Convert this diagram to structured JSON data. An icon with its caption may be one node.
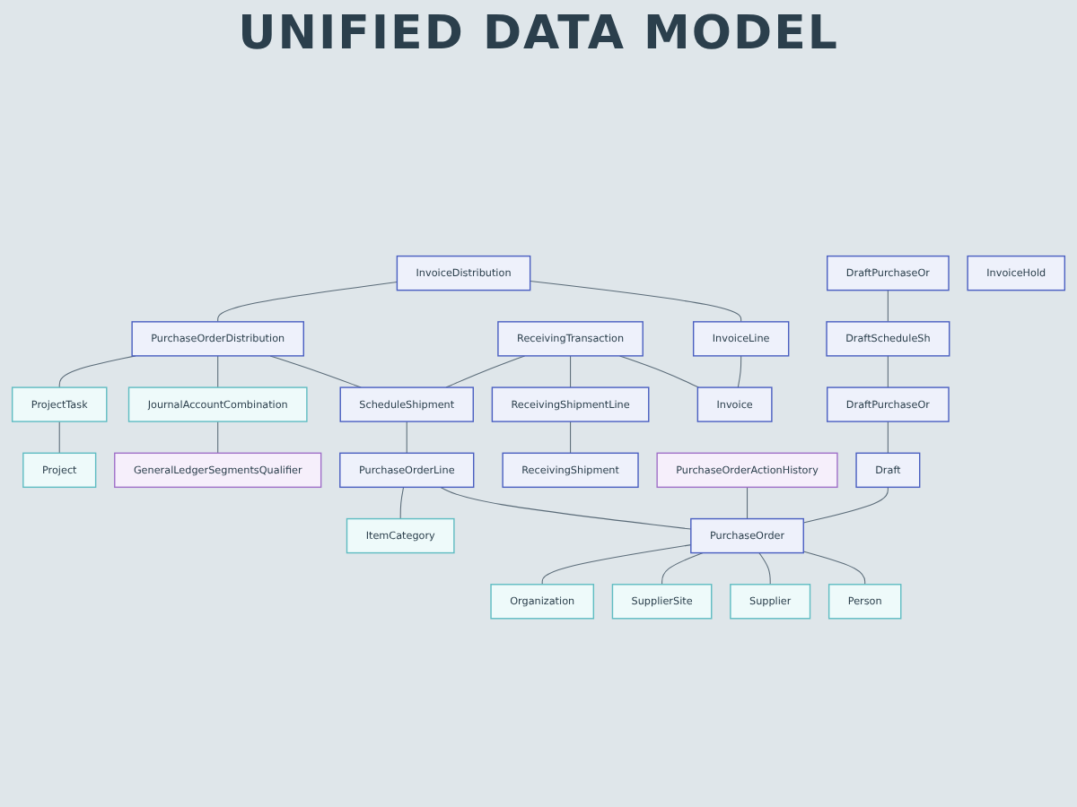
{
  "diagram": {
    "title": "UNIFIED DATA MODEL",
    "nodes": [
      {
        "text": [
          "InvoiceDistribution"
        ]
      },
      {
        "text": [
          "DraftPurchaseOr"
        ]
      },
      {
        "text": [
          "PurchaseOrderDistribution"
        ]
      },
      {
        "text": [
          "ReceivingTransaction"
        ]
      },
      {
        "text": [
          "InvoiceHold"
        ]
      },
      {
        "text": [
          "InvoiceLine"
        ]
      },
      {
        "text": [
          "DraftScheduleSh"
        ]
      },
      {
        "text": [
          "ProjectTask"
        ]
      },
      {
        "text": [
          "JournalAccountCombination"
        ]
      },
      {
        "text": [
          "ScheduleShipment"
        ]
      },
      {
        "text": [
          "ReceivingShipmentLine"
        ]
      },
      {
        "text": [
          "Invoice"
        ]
      },
      {
        "text": [
          "DraftPurchaseOr"
        ]
      },
      {
        "text": [
          "Project"
        ]
      },
      {
        "text": [
          "GeneralLedgerSegmentsQualifier"
        ]
      },
      {
        "text": [
          "PurchaseOrderLine"
        ]
      },
      {
        "text": [
          "ReceivingShipment"
        ]
      },
      {
        "text": [
          "PurchaseOrderActionHistory"
        ]
      },
      {
        "text": [
          "Draft"
        ]
      },
      {
        "text": [
          "ItemCategory"
        ]
      },
      {
        "text": [
          "PurchaseOrder"
        ]
      },
      {
        "text": [
          "Organization"
        ]
      },
      {
        "text": [
          "SupplierSite"
        ]
      },
      {
        "text": [
          "Supplier"
        ]
      },
      {
        "text": [
          "Person"
        ]
      }
    ],
    "edges": [
      {
        "from": 0,
        "to": 2,
        "arrow": "none"
      },
      {
        "from": 0,
        "to": 5,
        "arrow": "none"
      },
      {
        "from": 2,
        "to": 7,
        "arrow": "none"
      },
      {
        "from": 2,
        "to": 8,
        "arrow": "none"
      },
      {
        "from": 2,
        "to": 9,
        "arrow": "none"
      },
      {
        "from": 3,
        "to": 9,
        "arrow": "none"
      },
      {
        "from": 3,
        "to": 10,
        "arrow": "none"
      },
      {
        "from": 5,
        "to": 11,
        "arrow": "none"
      },
      {
        "from": 3,
        "to": 11,
        "arrow": "none"
      },
      {
        "from": 1,
        "to": 6,
        "arrow": "none"
      },
      {
        "from": 6,
        "to": 12,
        "arrow": "none"
      },
      {
        "from": 7,
        "to": 13,
        "arrow": "none"
      },
      {
        "from": 8,
        "to": 14,
        "arrow": "none"
      },
      {
        "from": 9,
        "to": 15,
        "arrow": "none"
      },
      {
        "from": 10,
        "to": 16,
        "arrow": "none"
      },
      {
        "from": 12,
        "to": 18,
        "arrow": "none"
      },
      {
        "from": 15,
        "to": 19,
        "arrow": "none"
      },
      {
        "from": 15,
        "to": 20,
        "arrow": "none"
      },
      {
        "from": 17,
        "to": 20,
        "arrow": "none"
      },
      {
        "from": 18,
        "to": 20,
        "arrow": "none"
      },
      {
        "from": 20,
        "to": 21,
        "arrow": "none"
      },
      {
        "from": 20,
        "to": 22,
        "arrow": "none"
      },
      {
        "from": 20,
        "to": 23,
        "arrow": "none"
      },
      {
        "from": 20,
        "to": 24,
        "arrow": "none"
      }
    ]
  }
}
